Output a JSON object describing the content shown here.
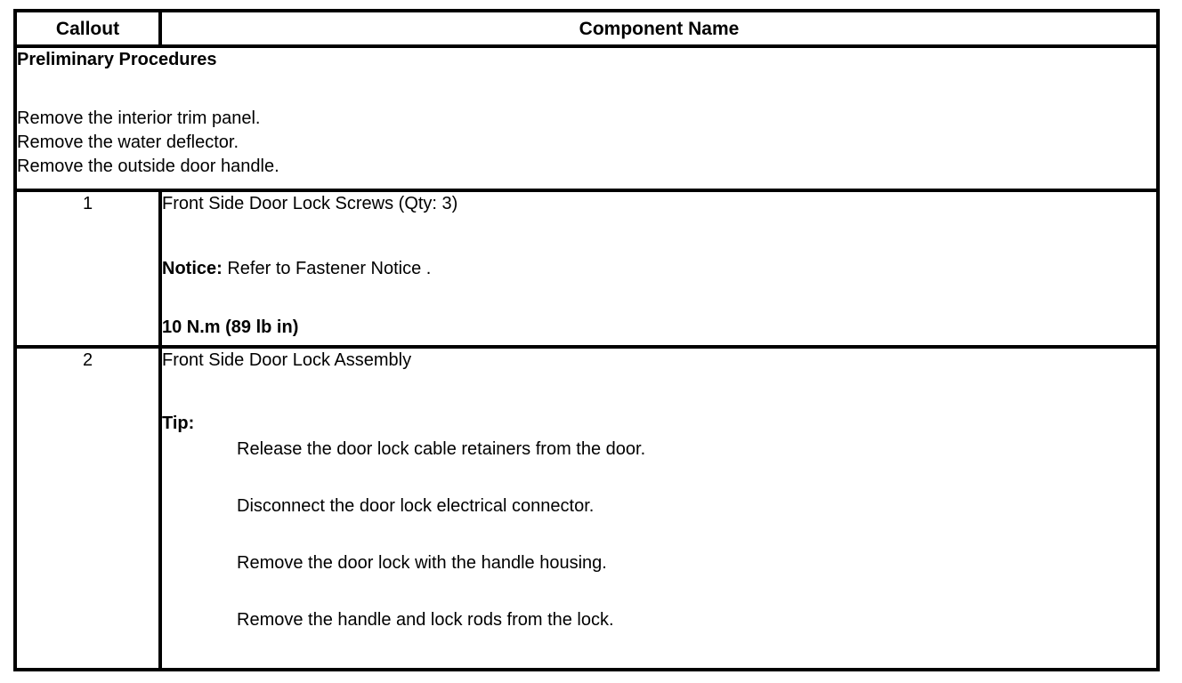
{
  "table": {
    "header": {
      "callout": "Callout",
      "component": "Component Name"
    },
    "preliminary": {
      "title": "Preliminary Procedures",
      "steps": [
        "Remove the interior trim panel.",
        "Remove the water deflector.",
        "Remove the outside door handle."
      ]
    },
    "rows": [
      {
        "callout": "1",
        "name": "Front Side Door Lock Screws (Qty: 3)",
        "notice_label": "Notice:",
        "notice_text": " Refer to Fastener Notice .",
        "torque": "10 N.m (89 lb in)"
      },
      {
        "callout": "2",
        "name": "Front Side Door Lock Assembly",
        "tip_label": "Tip:",
        "tips": [
          "Release the door lock cable retainers from the door.",
          "Disconnect the door lock electrical connector.",
          "Remove the door lock with the handle housing.",
          "Remove the handle and lock rods from the lock."
        ]
      }
    ]
  }
}
